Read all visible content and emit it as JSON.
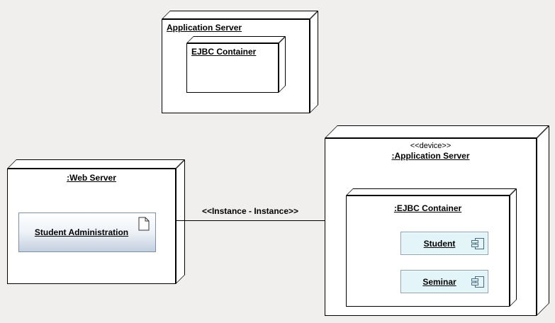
{
  "diagram_type": "uml-deployment-diagram",
  "colors": {
    "canvas_bg": "#f0efed",
    "node_fill": "#ffffff",
    "node_border": "#000000",
    "component_fill": "#e3f5f8",
    "component_border": "#8ba3b5",
    "artifact_top": "#ffffff",
    "artifact_bottom": "#c3cfdf",
    "text": "#000000"
  },
  "nodes": {
    "app_server": {
      "label": "Application Server"
    },
    "ejbc": {
      "label": "EJBC Container"
    },
    "web_server": {
      "label": ":Web Server"
    },
    "artifact": {
      "label": "Student Administration"
    },
    "device": {
      "stereotype": "<<device>>",
      "label": ":Application Server"
    },
    "ejbc_instance": {
      "label": ":EJBC Container"
    },
    "components": [
      {
        "label": "Student"
      },
      {
        "label": "Seminar"
      }
    ]
  },
  "connector": {
    "label": "<<Instance - Instance>>"
  }
}
